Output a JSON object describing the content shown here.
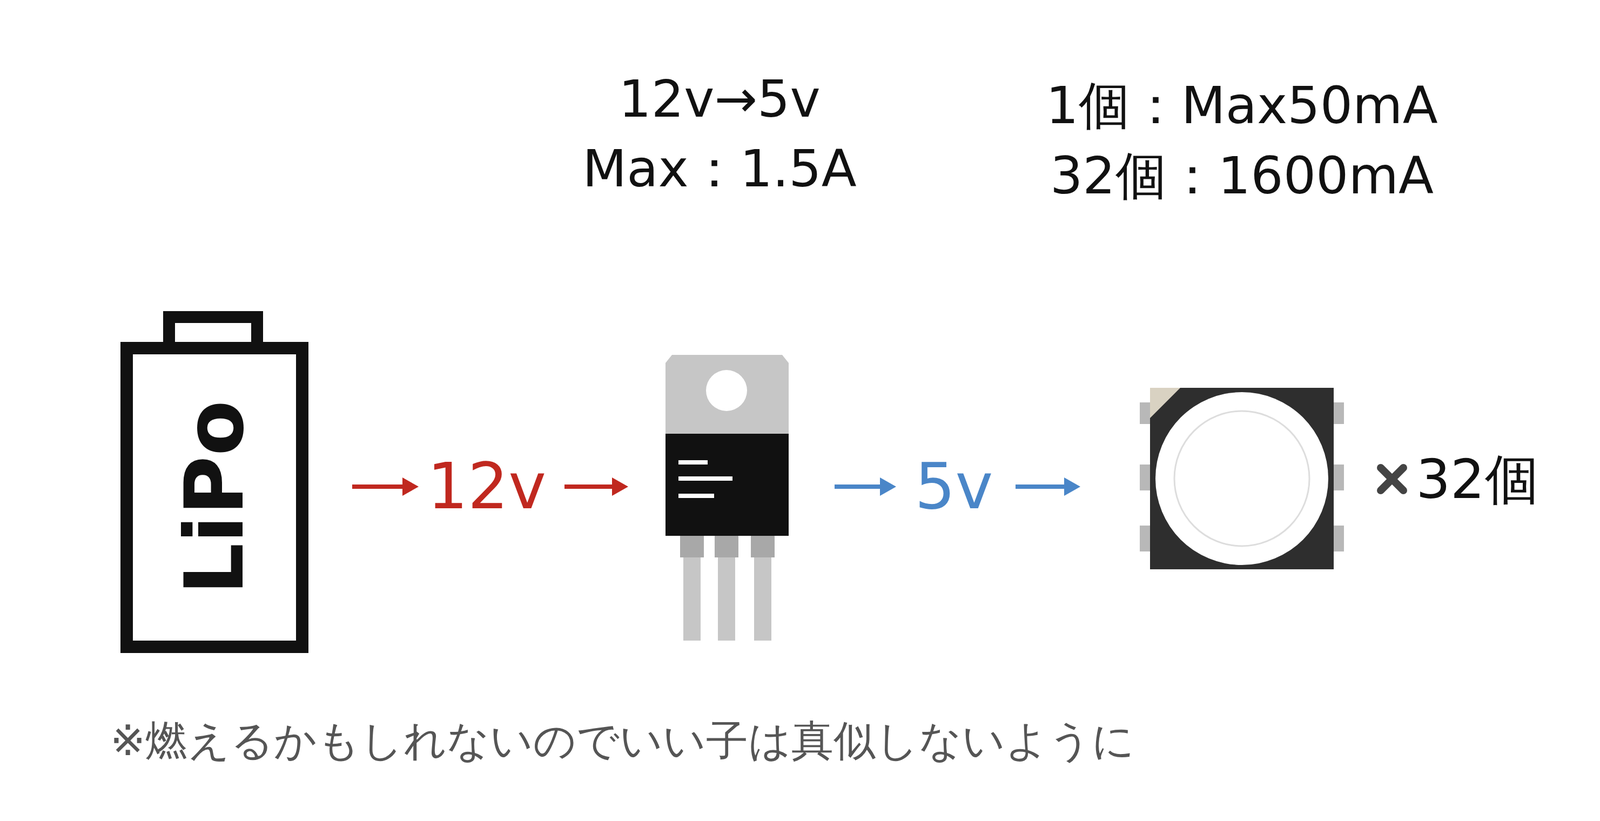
{
  "diagram": {
    "nodes": [
      {
        "text": [
          "LiPo"
        ]
      }
    ],
    "labels": [
      "12v→5v",
      "Max：1.5A",
      "1個：Max50mA",
      "32個：1600mA",
      "12v",
      "5v",
      "32個",
      "※燃えるかもしれないのでいい子は真似しないように"
    ]
  }
}
